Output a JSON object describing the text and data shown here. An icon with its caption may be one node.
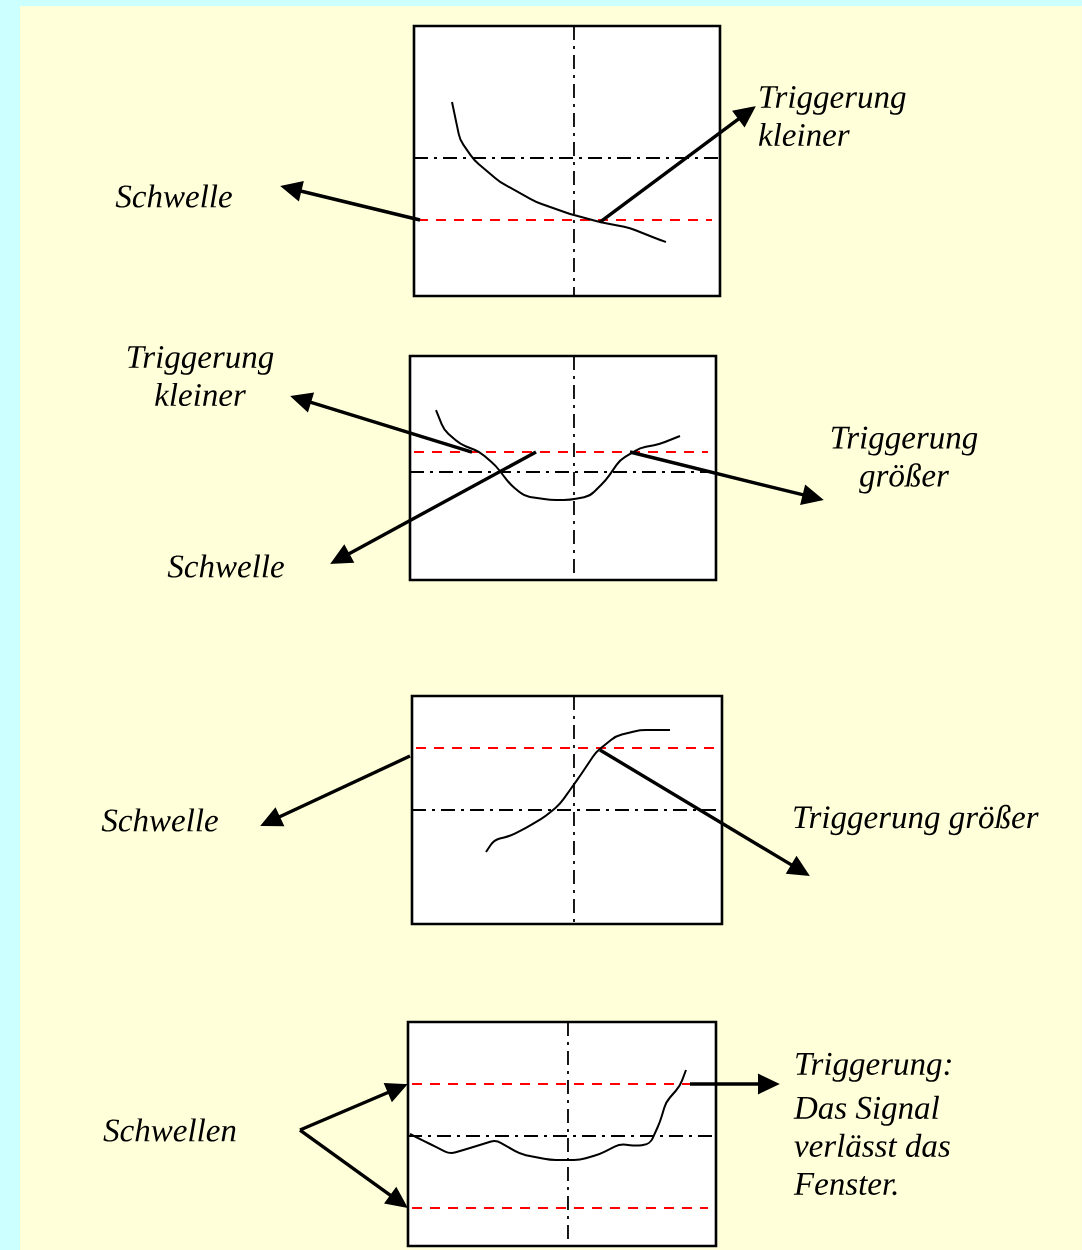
{
  "diagram": {
    "nodes": [
      {
        "text": [],
        "shape": "box"
      },
      {
        "text": [
          "Schwelle"
        ]
      },
      {
        "text": [
          "Triggerung kleiner"
        ]
      },
      {
        "text": [
          "Triggerung kleiner"
        ]
      },
      {
        "text": [
          "Triggerung größer"
        ]
      },
      {
        "text": [],
        "shape": "box"
      },
      {
        "text": [
          "Schwelle"
        ]
      },
      {
        "text": [],
        "shape": "box"
      },
      {
        "text": [
          "Schwelle"
        ]
      },
      {
        "text": [
          "Triggerung größer"
        ]
      },
      {
        "text": [],
        "shape": "box"
      },
      {
        "text": [
          "Schwellen"
        ]
      },
      {
        "text": [
          "Triggerung:",
          "Das Signal verlässt das Fenster."
        ]
      }
    ],
    "edges": [
      {
        "from": 0,
        "to": 1,
        "arrow": "to"
      },
      {
        "from": 0,
        "to": 2,
        "arrow": "to"
      },
      {
        "from": 5,
        "to": 3,
        "arrow": "to"
      },
      {
        "from": 5,
        "to": 6,
        "arrow": "to"
      },
      {
        "from": 5,
        "to": 4,
        "arrow": "to"
      },
      {
        "from": 7,
        "to": 8,
        "arrow": "to"
      },
      {
        "from": 7,
        "to": 9,
        "arrow": "to"
      },
      {
        "from": 11,
        "to": 10,
        "arrow": "to"
      },
      {
        "from": 11,
        "to": 10,
        "arrow": "to"
      },
      {
        "from": 10,
        "to": 12,
        "arrow": "to"
      }
    ]
  }
}
